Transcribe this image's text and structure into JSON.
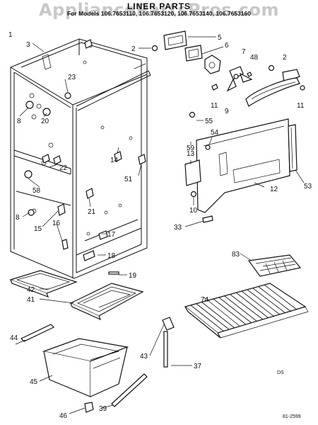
{
  "header": {
    "watermark": "AppliancePartsPros.com",
    "title": "LINER PARTS",
    "models": "For Models 106.7653110, 106.7653120, 106.7653140, 106.7653160"
  },
  "callouts": [
    "1",
    "2",
    "3",
    "5",
    "6",
    "7",
    "48",
    "2",
    "11",
    "11",
    "9",
    "23",
    "20",
    "8",
    "55",
    "54",
    "59",
    "13",
    "14",
    "22",
    "51",
    "12",
    "53",
    "58",
    "21",
    "10",
    "8",
    "15",
    "16",
    "33",
    "17",
    "18",
    "19",
    "83",
    "42",
    "41",
    "74",
    "44",
    "43",
    "37",
    "45",
    "39",
    "46"
  ],
  "footer": {
    "code_left": "DS",
    "code_right": "81-2599"
  }
}
